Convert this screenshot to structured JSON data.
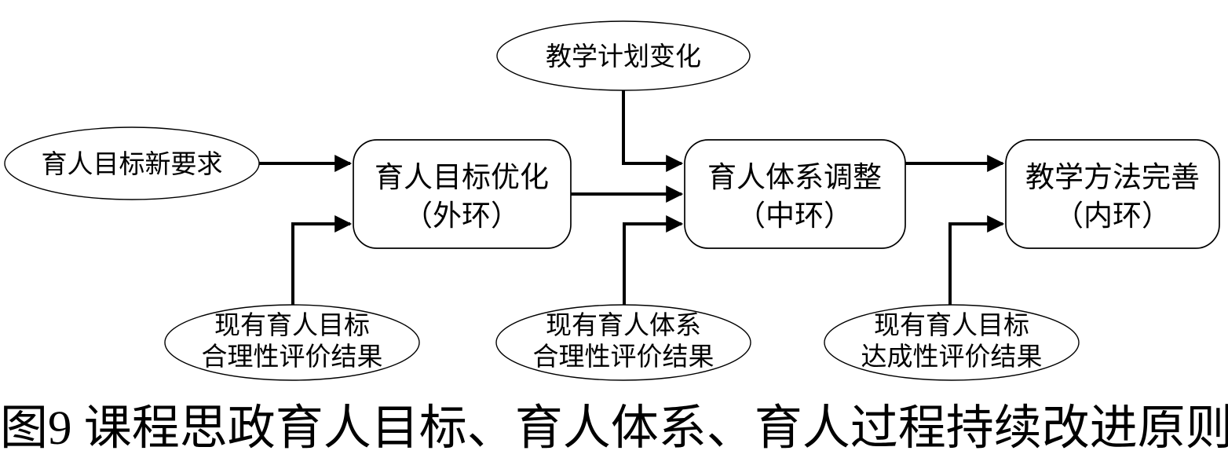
{
  "diagram": {
    "top_ellipse": {
      "label": "教学计划变化"
    },
    "left_ellipse": {
      "label": "育人目标新要求"
    },
    "boxes": [
      {
        "line1": "育人目标优化",
        "line2": "（外环）"
      },
      {
        "line1": "育人体系调整",
        "line2": "（中环）"
      },
      {
        "line1": "教学方法完善",
        "line2": "（内环）"
      }
    ],
    "bottom_ellipses": [
      {
        "line1": "现有育人目标",
        "line2": "合理性评价结果"
      },
      {
        "line1": "现有育人体系",
        "line2": "合理性评价结果"
      },
      {
        "line1": "现有育人目标",
        "line2": "达成性评价结果"
      }
    ],
    "colors": {
      "stroke": "#000000",
      "fill": "#ffffff",
      "background": "#ffffff"
    }
  },
  "caption": "图9 课程思政育人目标、育人体系、育人过程持续改进原则"
}
